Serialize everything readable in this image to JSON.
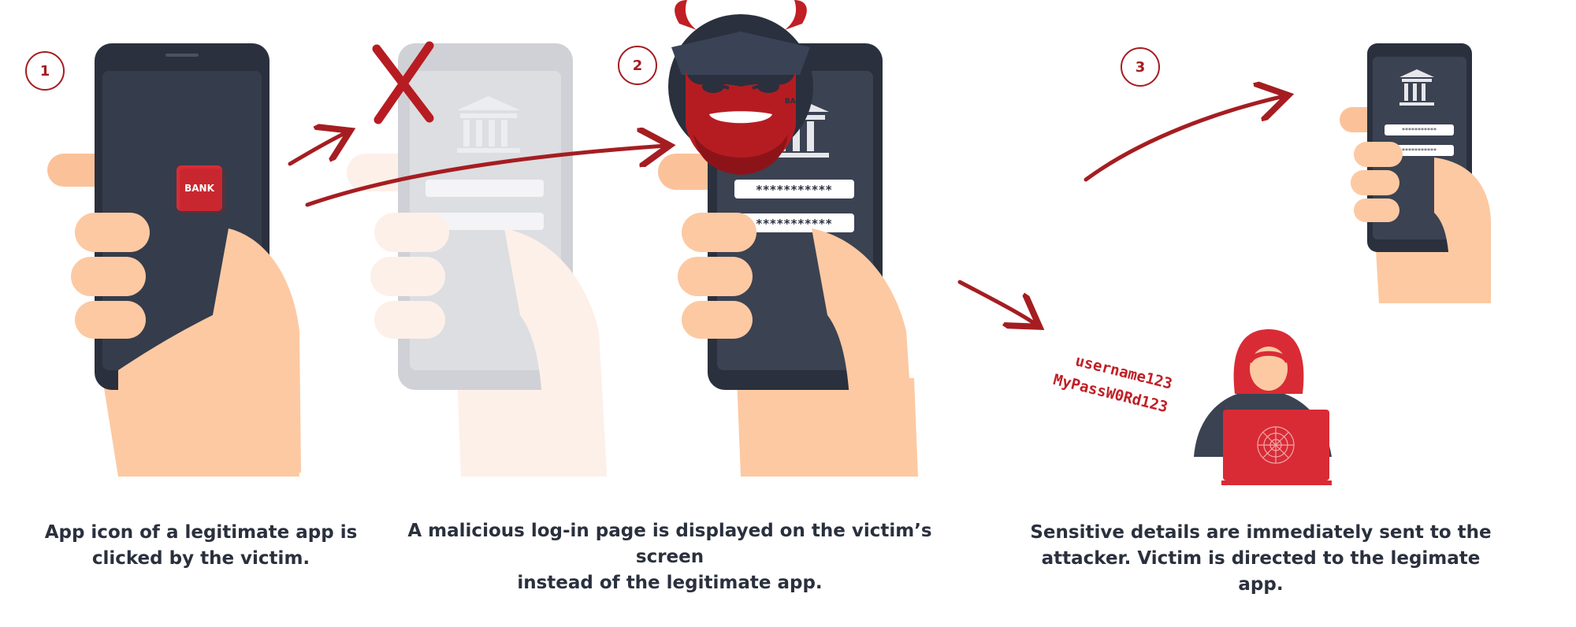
{
  "steps": [
    {
      "number": "1",
      "caption_line1": "App icon of a legitimate app is",
      "caption_line2": "clicked by the victim."
    },
    {
      "number": "2",
      "caption_line1": "A malicious log-in page is displayed on the victim’s screen",
      "caption_line2": "instead of the legitimate app."
    },
    {
      "number": "3",
      "caption_line1": "Sensitive details are immediately sent to the",
      "caption_line2": "attacker. Victim is directed to the legimate app."
    }
  ],
  "app_icon_label": "BANK",
  "bank_label": "BANK",
  "masked_password": "***********",
  "stolen_credentials": {
    "username": "username123",
    "password": "MyPassW0Rd123"
  },
  "colors": {
    "accent_red": "#c01f25",
    "phone_dark": "#2a303d",
    "skin": "#fcc9a2",
    "skin_sleeve": "#fbcfa8"
  }
}
